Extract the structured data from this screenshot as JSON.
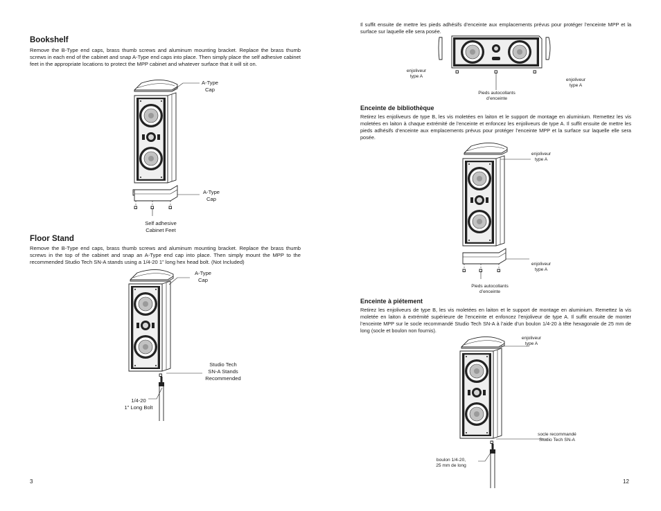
{
  "left_page": {
    "bookshelf": {
      "heading": "Bookshelf",
      "body": "Remove the B-Type end caps, brass thumb screws and aluminum mounting bracket. Replace the brass thumb screws in each end of the cabinet and snap A-Type end caps into place. Then simply place the self adhesive cabinet feet in the appropriate locations to protect the MPP cabinet and whatever surface that it will sit on.",
      "callout_top": [
        "A-Type",
        "Cap"
      ],
      "callout_bottom": [
        "A-Type",
        "Cap"
      ],
      "callout_feet": [
        "Self adhesive",
        "Cabinet Feet"
      ]
    },
    "floor_stand": {
      "heading": "Floor Stand",
      "body": "Remove the B-Type end caps, brass thumb screws and aluminum mounting bracket. Replace the brass thumb screws in the top of the cabinet and snap an A-Type end cap into place. Then simply mount the MPP to the recommended Studio Tech SN-A stands using a 1/4-20 1” long hex head bolt. (Not Included)",
      "callout_cap": [
        "A-Type",
        "Cap"
      ],
      "callout_stand": [
        "Studio Tech",
        "SN-A Stands",
        "Recommended"
      ],
      "callout_bolt": [
        "1/4-20",
        "1” Long Bolt"
      ]
    },
    "page_number": "3"
  },
  "right_page": {
    "intro": "Il suffit ensuite de mettre les pieds adhésifs d’enceinte aux emplacements prévus pour protéger l’enceinte MPP et la surface sur laquelle elle sera posée.",
    "horizontal_figure": {
      "callout_left": [
        "enjoliveur",
        "type A"
      ],
      "callout_right": [
        "enjoliveur",
        "type A"
      ],
      "callout_feet": [
        "Pieds autocollants",
        "d’enceinte"
      ]
    },
    "bibliotheque": {
      "heading": "Enceinte de bibliothèque",
      "body": "Retirez les enjoliveurs de type B, les vis moletées en laiton et le support de montage en aluminium. Remettez les vis moletées en laiton à chaque extrémité de l’enceinte et enfoncez les enjoliveurs de type A. Il suffit ensuite de mettre les pieds adhésifs d’enceinte aux emplacements prévus pour protéger l’enceinte MPP et la surface sur laquelle elle sera posée.",
      "callout_top": [
        "enjoliveur",
        "type A"
      ],
      "callout_bottom": [
        "enjoliveur",
        "type A"
      ],
      "callout_feet": [
        "Pieds autocollants",
        "d’enceinte"
      ]
    },
    "pietement": {
      "heading": "Enceinte à piétement",
      "body": "Retirez les enjoliveurs de type B, les vis moletées en laiton et le support de montage en aluminium. Remettez la vis moletée en laiton à extrémité supérieure de l’enceinte et enfoncez l’enjoliveur de type A. Il suffit ensuite de monter l’enceinte MPP sur le socle recommandé Studio Tech SN-A à l’aide d’un boulon 1/4-20 à tête hexagonale de 25 mm de long (socle et boulon non fournis).",
      "callout_cap": [
        "enjoliveur",
        "type A"
      ],
      "callout_stand": [
        "socle recommandé",
        "Studio Tech SN-A"
      ],
      "callout_bolt": [
        "boulon 1/4-20,",
        "25 mm de long"
      ]
    },
    "page_number": "12"
  }
}
